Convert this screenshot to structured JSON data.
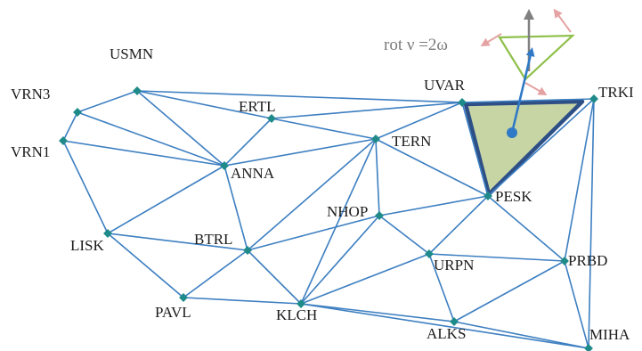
{
  "title": "",
  "stations": [
    {
      "id": "USMN",
      "label": "USMN"
    },
    {
      "id": "VRN3",
      "label": "VRN3"
    },
    {
      "id": "VRN1",
      "label": "VRN1"
    },
    {
      "id": "LISK",
      "label": "LISK"
    },
    {
      "id": "PAVL",
      "label": "PAVL"
    },
    {
      "id": "ERTL",
      "label": "ERTL"
    },
    {
      "id": "ANNA",
      "label": "ANNA"
    },
    {
      "id": "BTRL",
      "label": "BTRL"
    },
    {
      "id": "KLCH",
      "label": "KLCH"
    },
    {
      "id": "NHOP",
      "label": "NHOP"
    },
    {
      "id": "TERN",
      "label": "TERN"
    },
    {
      "id": "UVAR",
      "label": "UVAR"
    },
    {
      "id": "URPN",
      "label": "URPN"
    },
    {
      "id": "ALKS",
      "label": "ALKS"
    },
    {
      "id": "PESK",
      "label": "PESK"
    },
    {
      "id": "PRBD",
      "label": "PRBD"
    },
    {
      "id": "TRKI",
      "label": "TRKI"
    },
    {
      "id": "MIHA",
      "label": "MIHA"
    }
  ],
  "edges": [
    [
      "USMN",
      "UVAR"
    ],
    [
      "USMN",
      "VRN3"
    ],
    [
      "USMN",
      "ERTL"
    ],
    [
      "USMN",
      "ANNA"
    ],
    [
      "VRN3",
      "VRN1"
    ],
    [
      "VRN3",
      "ANNA"
    ],
    [
      "VRN1",
      "ANNA"
    ],
    [
      "VRN1",
      "LISK"
    ],
    [
      "LISK",
      "PAVL"
    ],
    [
      "LISK",
      "ANNA"
    ],
    [
      "LISK",
      "BTRL"
    ],
    [
      "PAVL",
      "BTRL"
    ],
    [
      "PAVL",
      "KLCH"
    ],
    [
      "ANNA",
      "ERTL"
    ],
    [
      "ANNA",
      "TERN"
    ],
    [
      "ANNA",
      "BTRL"
    ],
    [
      "ERTL",
      "UVAR"
    ],
    [
      "ERTL",
      "TERN"
    ],
    [
      "TERN",
      "UVAR"
    ],
    [
      "TERN",
      "PESK"
    ],
    [
      "TERN",
      "BTRL"
    ],
    [
      "TERN",
      "NHOP"
    ],
    [
      "TERN",
      "KLCH"
    ],
    [
      "BTRL",
      "KLCH"
    ],
    [
      "BTRL",
      "NHOP"
    ],
    [
      "NHOP",
      "KLCH"
    ],
    [
      "NHOP",
      "PESK"
    ],
    [
      "NHOP",
      "URPN"
    ],
    [
      "KLCH",
      "URPN"
    ],
    [
      "KLCH",
      "ALKS"
    ],
    [
      "KLCH",
      "MIHA"
    ],
    [
      "URPN",
      "PESK"
    ],
    [
      "URPN",
      "ALKS"
    ],
    [
      "URPN",
      "PRBD"
    ],
    [
      "ALKS",
      "PRBD"
    ],
    [
      "ALKS",
      "MIHA"
    ],
    [
      "PESK",
      "UVAR"
    ],
    [
      "PESK",
      "TRKI"
    ],
    [
      "PESK",
      "PRBD"
    ],
    [
      "UVAR",
      "TRKI"
    ],
    [
      "TRKI",
      "PRBD"
    ],
    [
      "TRKI",
      "MIHA"
    ],
    [
      "PRBD",
      "MIHA"
    ]
  ],
  "highlighted_triangle": [
    "UVAR",
    "TRKI",
    "PESK"
  ],
  "formula": "rot ν =2ω",
  "colors": {
    "edge": "#3d7fc1",
    "node": "#1f8a8a",
    "triangle_fill": "#c7d5a5",
    "triangle_stroke": "#2d4f86",
    "centroid": "#2f79c6",
    "vector": "#2f79c6",
    "rotated_triangle": "#8fc04b",
    "up_arrow": "#808080",
    "pink_arrows": "#e4a2a2"
  }
}
